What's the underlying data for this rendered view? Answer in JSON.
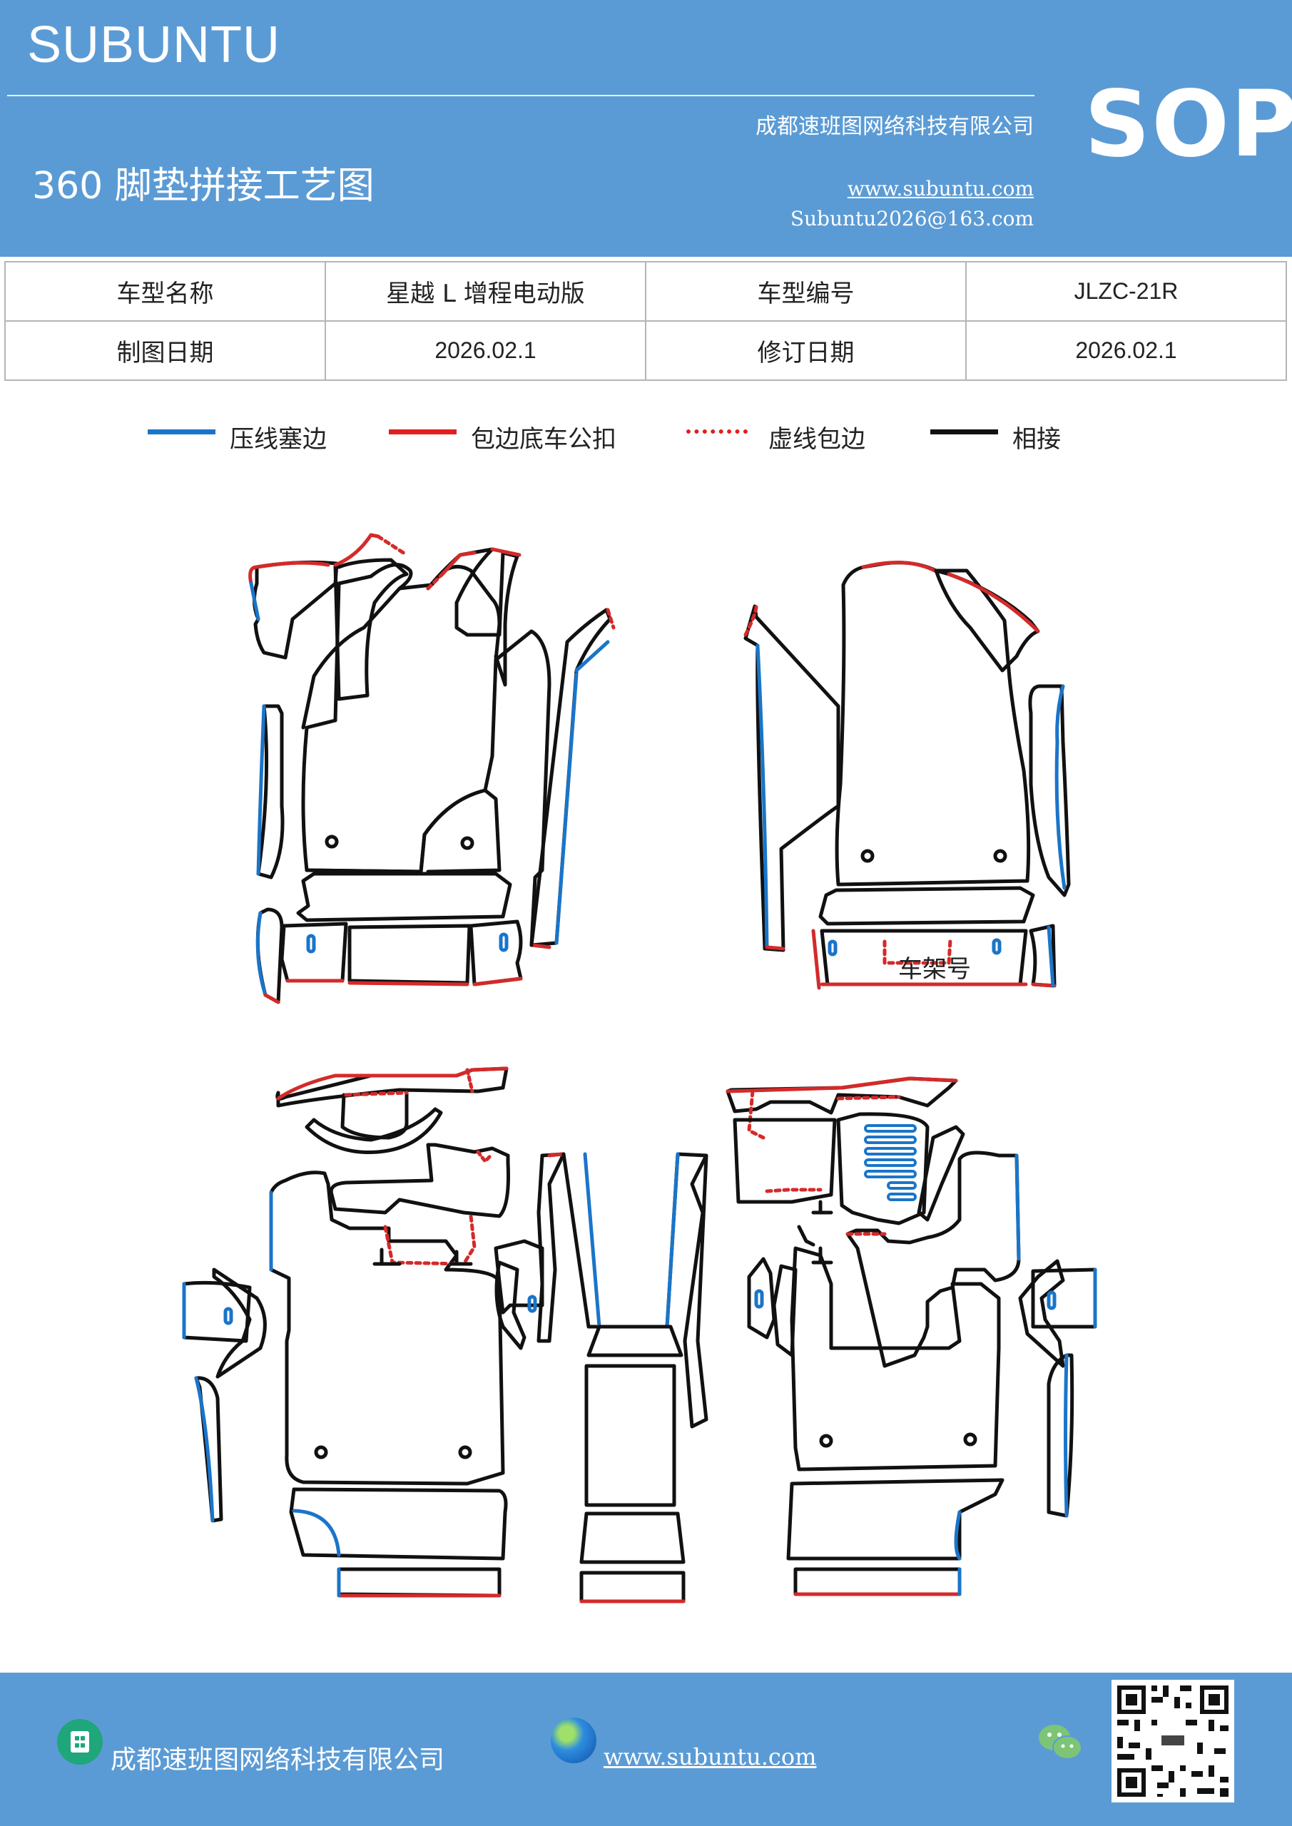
{
  "header": {
    "brand": "SUBUNTU",
    "doc_code": "SOP",
    "company": "成都速班图网络科技有限公司",
    "title": "360 脚垫拼接工艺图",
    "website": "www.subuntu.com",
    "email": "Subuntu2026@163.com"
  },
  "info_table": {
    "rows": [
      [
        "车型名称",
        "星越 L 增程电动版",
        "车型编号",
        "JLZC-21R"
      ],
      [
        "制图日期",
        "2026.02.1",
        "修订日期",
        "2026.02.1"
      ]
    ]
  },
  "legend": [
    {
      "label": "压线塞边",
      "color": "#1a75c9",
      "style": "solid"
    },
    {
      "label": "包边底车公扣",
      "color": "#e02020",
      "style": "solid"
    },
    {
      "label": "虚线包边",
      "color": "#e02020",
      "style": "dotted"
    },
    {
      "label": "相接",
      "color": "#111111",
      "style": "solid"
    }
  ],
  "diagram": {
    "colors": {
      "press": "#1a75c9",
      "edge": "#d42a2a",
      "join": "#111111"
    },
    "frame_label": "车架号"
  },
  "footer": {
    "company": "成都速班图网络科技有限公司",
    "website": "www.subuntu.com",
    "icons": [
      "building-icon",
      "globe-icon",
      "wechat-icon",
      "qr-code"
    ]
  }
}
